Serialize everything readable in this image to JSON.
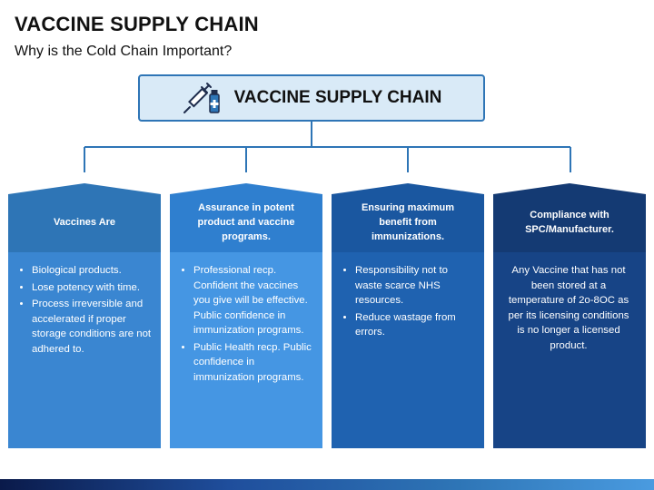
{
  "title": "VACCINE SUPPLY CHAIN",
  "subtitle": "Why is the Cold Chain Important?",
  "header": {
    "label": "VACCINE SUPPLY CHAIN",
    "icon": "syringe-vial-icon"
  },
  "colors": {
    "accent": "#2e75b6",
    "header_fill": "#d9eaf7",
    "col1": "#2e75b6",
    "col2": "#3f8fdc",
    "col3": "#1f5fa8",
    "col4": "#173f7a"
  },
  "columns": [
    {
      "heading": "Vaccines Are",
      "bullets": [
        "Biological products.",
        "Lose potency with time.",
        "Process irreversible and accelerated if proper storage conditions are not adhered to."
      ]
    },
    {
      "heading": "Assurance in potent product and vaccine programs.",
      "bullets": [
        "Professional recp. Confident the vaccines you give will be effective. Public confidence in immunization programs.",
        "Public Health recp. Public confidence in immunization programs."
      ]
    },
    {
      "heading": "Ensuring maximum benefit from immunizations.",
      "bullets": [
        "Responsibility not to waste scarce NHS resources.",
        "Reduce wastage from errors."
      ]
    },
    {
      "heading": "Compliance with SPC/Manufacturer.",
      "paragraph": "Any Vaccine that has not been stored at a temperature of 2o-8OC as per its licensing conditions is no longer a licensed product."
    }
  ]
}
